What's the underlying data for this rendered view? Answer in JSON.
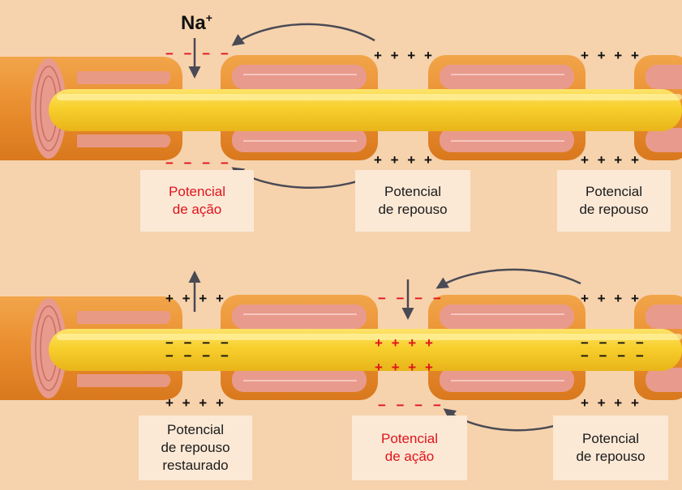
{
  "colors": {
    "background": "#f6d3ad",
    "axon_core": "#f7cf2c",
    "myelin_outer": "#e98d2e",
    "myelin_inner": "#e89a8d",
    "positive_sign": "#111111",
    "action_red": "#e0141c",
    "label_box": "#fbe9d6",
    "arrow": "#4a4a55"
  },
  "ion": {
    "symbol": "Na",
    "superscript": "+"
  },
  "signs": {
    "plus": "+ + + +",
    "minus": "− − − −"
  },
  "labels": {
    "top_action": [
      "Potencial",
      "de ação"
    ],
    "top_rest_1": [
      "Potencial",
      "de repouso"
    ],
    "top_rest_2": [
      "Potencial",
      "de repouso"
    ],
    "bottom_restored": [
      "Potencial",
      "de repouso",
      "restaurado"
    ],
    "bottom_action": [
      "Potencial",
      "de ação"
    ],
    "bottom_rest": [
      "Potencial",
      "de repouso"
    ]
  }
}
